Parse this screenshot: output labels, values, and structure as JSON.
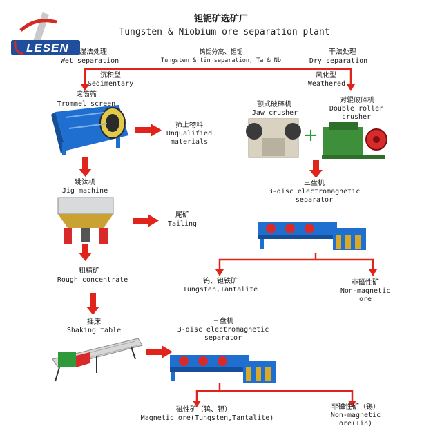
{
  "brand": {
    "name": "LESEN",
    "color_blue": "#1f4e9c",
    "color_red": "#d42a24"
  },
  "title": {
    "cn": "钽铌矿选矿厂",
    "en": "Tungsten & Niobium ore separation plant"
  },
  "colors": {
    "arrow": "#e0231b",
    "machine_blue": "#1e6fd0",
    "machine_red": "#d82a2a"
  },
  "branches": {
    "wet": {
      "cn": "湿法处理",
      "en": "Wet separation"
    },
    "middle": {
      "cn": "钨锡分离、钽铌",
      "en": "Tungsten & tin separation, Ta & Nb"
    },
    "dry": {
      "cn": "干法处理",
      "en": "Dry separation"
    },
    "sedimentary": {
      "cn": "沉积型",
      "en": "Sedimentary"
    },
    "weathered": {
      "cn": "风化型",
      "en": "Weathered"
    }
  },
  "nodes": {
    "trommel": {
      "cn": "滚筒筛",
      "en": "Trommel screen"
    },
    "unqualified": {
      "cn": "筛上物料",
      "en1": "Unqualified",
      "en2": "materials"
    },
    "jaw": {
      "cn": "颚式破碎机",
      "en": "Jaw crusher"
    },
    "double_roller": {
      "cn": "对辊破碎机",
      "en1": "Double roller",
      "en2": "crusher"
    },
    "jig": {
      "cn": "跳汰机",
      "en": "Jig machine"
    },
    "tailing": {
      "cn": "尾矿",
      "en": "Tailing"
    },
    "separator1": {
      "cn": "三盘机",
      "en1": "3-disc electromagnetic",
      "en2": "separator"
    },
    "rough": {
      "cn": "粗精矿",
      "en": "Rough concentrate"
    },
    "tungsten_tantalite": {
      "cn": "钨、钽铁矿",
      "en": "Tungsten,Tantalite"
    },
    "nonmag1": {
      "cn": "非磁性矿",
      "en1": "Non-magnetic",
      "en2": "ore"
    },
    "shaking": {
      "cn": "摇床",
      "en": "Shaking table"
    },
    "separator2": {
      "cn": "三盘机",
      "en1": "3-disc electromagnetic",
      "en2": "separator"
    },
    "magnetic_ore": {
      "cn": "磁性矿（钨、钽）",
      "en": "Magnetic ore(Tungsten,Tantalite)"
    },
    "nonmag_tin": {
      "cn": "非磁性矿（锡）",
      "en1": "Non-magnetic",
      "en2": "ore(Tin)"
    }
  },
  "plus_sign": "+"
}
